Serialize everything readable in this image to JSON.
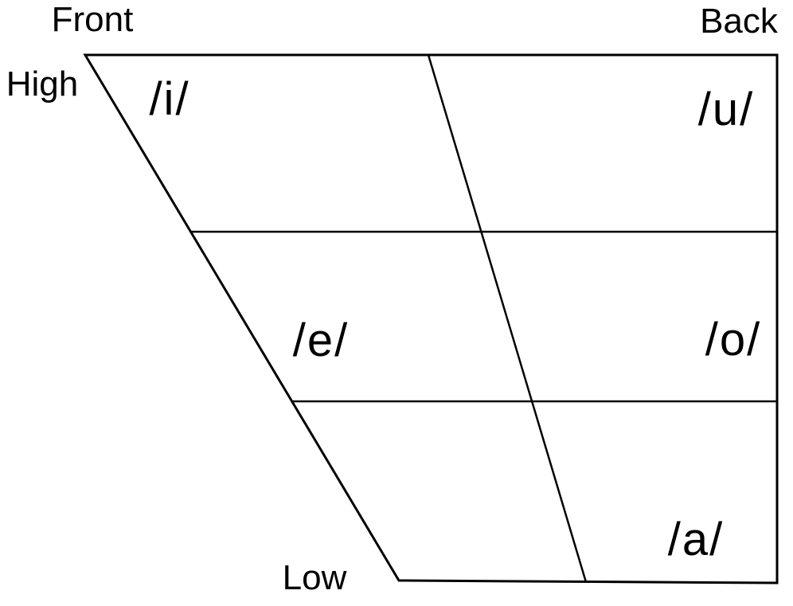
{
  "colors": {
    "background": "#ffffff",
    "line": "#000000",
    "text": "#000000"
  },
  "axis_labels": {
    "front": "Front",
    "back": "Back",
    "high": "High",
    "low": "Low"
  },
  "vowels": [
    {
      "symbol": "/i/"
    },
    {
      "symbol": "/u/"
    },
    {
      "symbol": "/e/"
    },
    {
      "symbol": "/o/"
    },
    {
      "symbol": "/a/"
    }
  ]
}
